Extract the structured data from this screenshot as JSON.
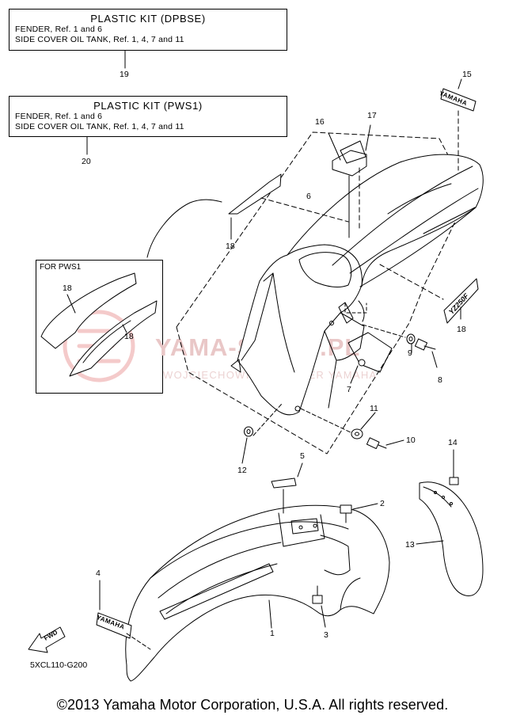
{
  "kits": [
    {
      "title": "PLASTIC KIT (DPBSE)",
      "line1": "FENDER, Ref. 1 and 6",
      "line2": "SIDE COVER OIL TANK, Ref. 1, 4, 7 and 11",
      "ref": "19"
    },
    {
      "title": "PLASTIC KIT (PWS1)",
      "line1": "FENDER, Ref. 1 and 6",
      "line2": "SIDE COVER OIL TANK, Ref. 1, 4, 7 and 11",
      "ref": "20"
    }
  ],
  "inset": {
    "title": "FOR PWS1",
    "refs": [
      "18",
      "18"
    ]
  },
  "callouts": {
    "c1": "1",
    "c2": "2",
    "c3": "3",
    "c4": "4",
    "c5": "5",
    "c6": "6",
    "c7": "7",
    "c8": "8",
    "c9": "9",
    "c10": "10",
    "c11": "11",
    "c12": "12",
    "c13": "13",
    "c14": "14",
    "c15": "15",
    "c16": "16",
    "c17": "17",
    "c18a": "18",
    "c18b": "18"
  },
  "decals": {
    "yamaha_front": "YAMAHA",
    "yamaha_rear": "YAMAHA",
    "yz": "YZ250F",
    "fwd": "FWD"
  },
  "watermark": {
    "main": "YAMA-SKLEP.PL",
    "sub": "WOJCIECHOWICZ I DEALER YAMAHA"
  },
  "diagram_code": "5XCL110-G200",
  "copyright": "©2013 Yamaha Motor Corporation, U.S.A. All rights reserved."
}
